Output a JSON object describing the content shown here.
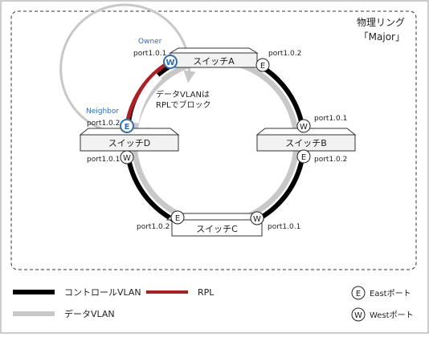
{
  "ring": {
    "title_line1": "物理リング",
    "title_line2": "「Major」"
  },
  "switches": {
    "a": {
      "label": "スイッチA",
      "port_left": "port1.0.1",
      "port_right": "port1.0.2"
    },
    "b": {
      "label": "スイッチB",
      "port_top": "port1.0.1",
      "port_bottom": "port1.0.2"
    },
    "c": {
      "label": "スイッチC",
      "port_left": "port1.0.2",
      "port_right": "port1.0.1"
    },
    "d": {
      "label": "スイッチD",
      "port_top": "port1.0.2",
      "port_bottom": "port1.0.1"
    }
  },
  "roles": {
    "owner": "Owner",
    "neighbor": "Neighbor"
  },
  "annotation": {
    "line1": "データVLANは",
    "line2": "RPLでブロック"
  },
  "port_letters": {
    "east": "E",
    "west": "W"
  },
  "legend": {
    "control_vlan": "コントロールVLAN",
    "rpl": "RPL",
    "data_vlan": "データVLAN",
    "east_port": "Eastポート",
    "west_port": "Westポート"
  },
  "colors": {
    "control_vlan": "#000000",
    "data_vlan": "#c8c8c8",
    "rpl": "#b01e23",
    "role_label": "#2f6db5",
    "switch_fill": "#f2f2f2"
  }
}
